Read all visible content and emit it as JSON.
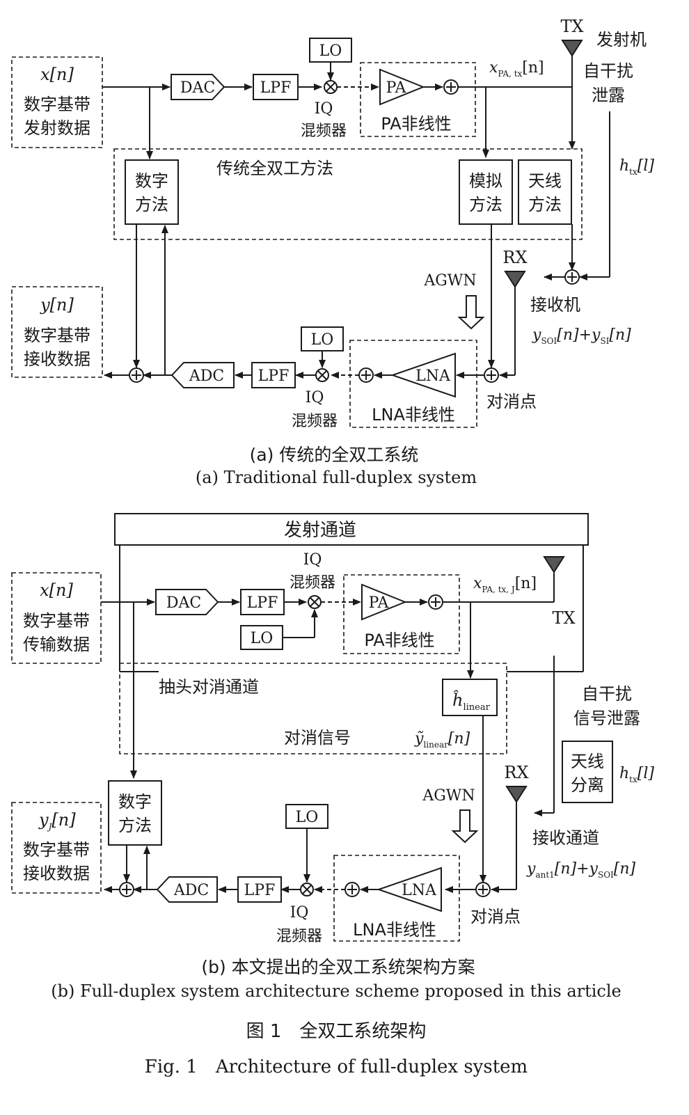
{
  "a": {
    "x_label": "x[n]",
    "tx_data": [
      "数字基带",
      "发射数据"
    ],
    "dac": "DAC",
    "lpf": "LPF",
    "lo": "LO",
    "mixer": [
      "IQ",
      "混频器"
    ],
    "pa": "PA",
    "pa_nl": "PA非线性",
    "x_pa": "x",
    "x_pa_sub": "PA, tx",
    "x_pa_arg": "[n]",
    "tx": "TX",
    "transmitter": "发射机",
    "leak": [
      "自干扰",
      "泄露"
    ],
    "h_tx": "h",
    "h_tx_sub": "tx",
    "h_tx_arg": "[l]",
    "trad": "传统全双工方法",
    "digital": [
      "数字",
      "方法"
    ],
    "analog": [
      "模拟",
      "方法"
    ],
    "antenna": [
      "天线",
      "方法"
    ],
    "rx": "RX",
    "receiver": "接收机",
    "agwn": "AGWN",
    "y_recv": "y",
    "y_recv_sub1": "SOI",
    "y_recv_mid": "[n]+y",
    "y_recv_sub2": "SI",
    "y_recv_arg": "[n]",
    "y_label": "y[n]",
    "rx_data": [
      "数字基带",
      "接收数据"
    ],
    "adc": "ADC",
    "lpf2": "LPF",
    "lo2": "LO",
    "mixer2": [
      "IQ",
      "混频器"
    ],
    "lna": "LNA",
    "lna_nl": "LNA非线性",
    "cancel_point": "对消点",
    "caption_cn": "(a) 传统的全双工系统",
    "caption_en": "(a) Traditional full-duplex system"
  },
  "b": {
    "tx_channel": "发射通道",
    "x_label": "x[n]",
    "tx_data": [
      "数字基带",
      "传输数据"
    ],
    "dac": "DAC",
    "lpf": "LPF",
    "lo": "LO",
    "mixer": [
      "IQ",
      "混频器"
    ],
    "pa": "PA",
    "pa_nl": "PA非线性",
    "x_pa": "x",
    "x_pa_sub": "PA, tx, J",
    "x_pa_arg": "[n]",
    "tx": "TX",
    "tap": "抽头对消通道",
    "h_lin": "ĥ",
    "h_lin_sub": "linear",
    "cancel_signal": "对消信号",
    "y_lin": "ỹ",
    "y_lin_sub": "linear",
    "y_lin_arg": "[n]",
    "leak": [
      "自干扰",
      "信号泄露"
    ],
    "ant_iso": [
      "天线",
      "分离"
    ],
    "h_tx": "h",
    "h_tx_sub": "tx",
    "h_tx_arg": "[l]",
    "rx": "RX",
    "agwn": "AGWN",
    "rx_channel": "接收通道",
    "y_recv": "y",
    "y_recv_sub1": "ant1",
    "y_recv_mid": "[n]+y",
    "y_recv_sub2": "SOI",
    "y_recv_arg": "[n]",
    "y_label": "y",
    "y_label_sub": "J",
    "y_label_arg": "[n]",
    "rx_data": [
      "数字基带",
      "接收数据"
    ],
    "digital": [
      "数字",
      "方法"
    ],
    "adc": "ADC",
    "lpf2": "LPF",
    "lo2": "LO",
    "mixer2": [
      "IQ",
      "混频器"
    ],
    "lna": "LNA",
    "lna_nl": "LNA非线性",
    "cancel_point": "对消点",
    "caption_cn": "(b) 本文提出的全双工系统架构方案",
    "caption_en": "(b) Full-duplex system architecture scheme proposed in this article"
  },
  "fig_cn": "图 1　全双工系统架构",
  "fig_en": "Fig. 1　Architecture of full-duplex system"
}
